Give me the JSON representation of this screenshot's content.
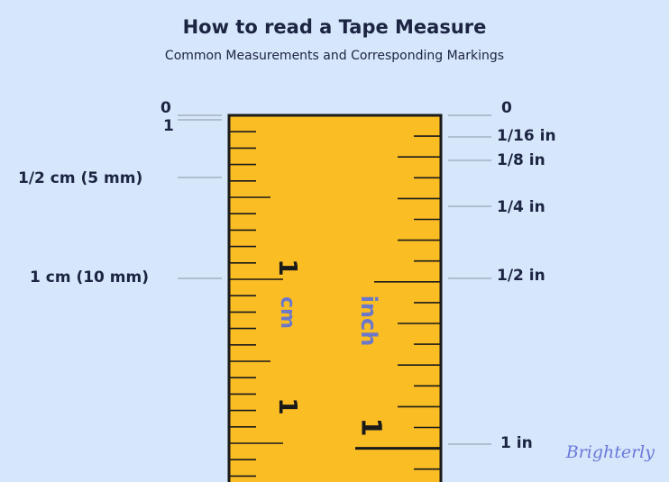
{
  "title": "How to read a Tape Measure",
  "subtitle": "Common Measurements and Corresponding Markings",
  "tape": {
    "cm_numerals": [
      "1",
      "1"
    ],
    "inch_numeral": "1",
    "cm_unit": "cm",
    "inch_unit": "inch",
    "colors": {
      "tape": "#fbbd24",
      "border": "#1a1a1a",
      "unit_text": "#6b78c9"
    }
  },
  "left_labels": [
    "0",
    "1",
    "1/2 cm (5 mm)",
    "1 cm (10 mm)"
  ],
  "right_labels": [
    "0",
    "1/16 in",
    "1/8 in",
    "1/4 in",
    "1/2 in",
    "1 in"
  ],
  "brand": "Brighterly"
}
